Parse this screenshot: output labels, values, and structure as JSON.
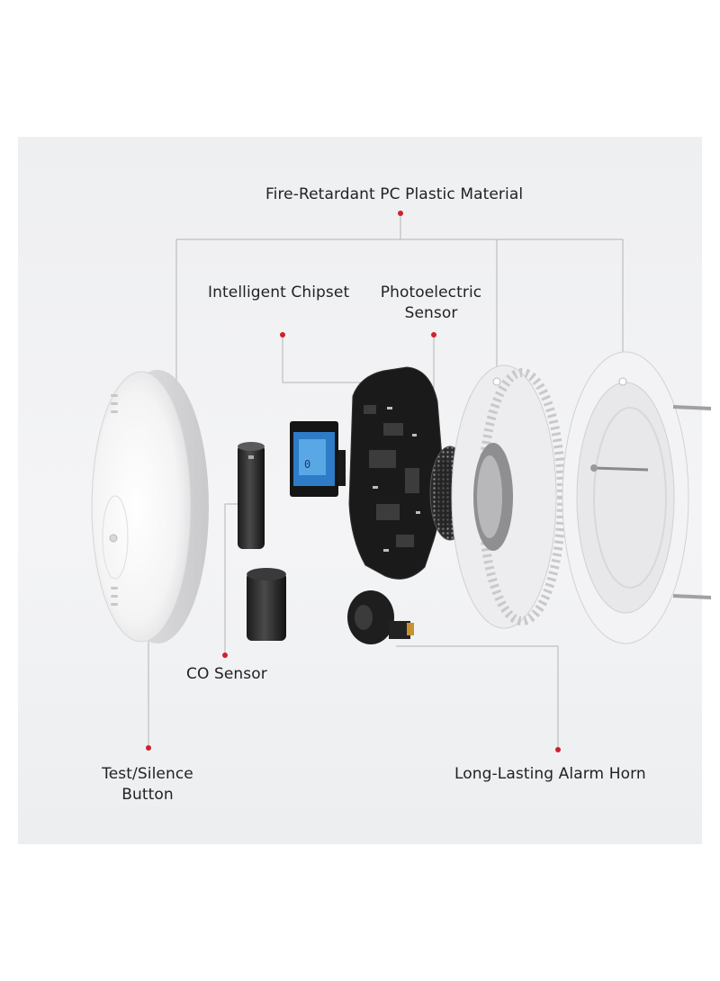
{
  "labels": {
    "fire_retardant": "Fire-Retardant PC Plastic Material",
    "intelligent_chipset": "Intelligent Chipset",
    "photoelectric_line1": "Photoelectric",
    "photoelectric_line2": "Sensor",
    "co_sensor": "CO Sensor",
    "test_silence_line1": "Test/Silence",
    "test_silence_line2": "Button",
    "alarm_horn": "Long-Lasting Alarm Horn"
  },
  "colors": {
    "callout_dot": "#d0202a",
    "callout_line": "#b4b4b4",
    "panel_bg": "#f0f0f2"
  }
}
